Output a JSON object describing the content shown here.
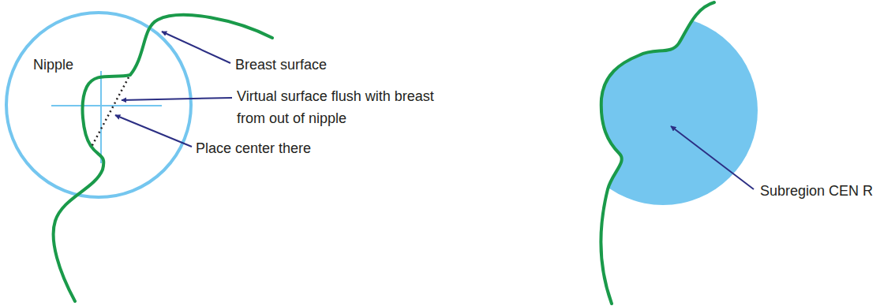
{
  "diagram": {
    "labels": [
      "Nipple",
      "Breast surface",
      "Virtual surface flush with breast from out of nipple",
      "Place center there",
      "Subregion CEN R"
    ]
  }
}
